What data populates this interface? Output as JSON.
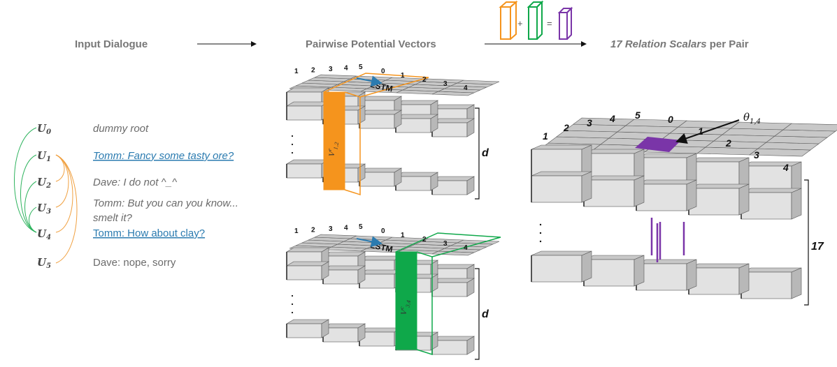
{
  "headers": {
    "input": "Input Dialogue",
    "pairwise": "Pairwise Potential Vectors",
    "relation_count": "17 Relation Scalars",
    "relation_suffix": " per Pair"
  },
  "equation": {
    "plus": "+",
    "equals": "="
  },
  "dialogue": [
    {
      "speaker": "U",
      "sub": "0",
      "text": "dummy root",
      "style": "italic"
    },
    {
      "speaker": "U",
      "sub": "1",
      "text": "Tomm: Fancy some tasty ore?",
      "style": "italic-link"
    },
    {
      "speaker": "U",
      "sub": "2",
      "text": "Dave: I do not ^_^",
      "style": "italic"
    },
    {
      "speaker": "U",
      "sub": "3",
      "text": "Tomm: But you can you know...",
      "text2": "smelt it?",
      "style": "italic"
    },
    {
      "speaker": "U",
      "sub": "4",
      "text": "Tomm: How about clay?",
      "style": "link"
    },
    {
      "speaker": "U",
      "sub": "5",
      "text": "Dave: nope, sorry",
      "style": "plain"
    }
  ],
  "grid_indices": [
    "1",
    "2",
    "3",
    "4",
    "5",
    "0",
    "1",
    "2",
    "3",
    "4"
  ],
  "lstm_label": "LSTM",
  "top_block": {
    "vector_label": "V",
    "vector_sup": "r",
    "vector_sub": "1,2",
    "dim": "d"
  },
  "bottom_block": {
    "vector_label": "V",
    "vector_sup": "c",
    "vector_sub": "3,4",
    "dim": "d"
  },
  "right_block": {
    "theta_label": "θ",
    "theta_sub": "1,4",
    "dim": "17"
  },
  "colors": {
    "orange": "#f5941d",
    "green": "#0fa84a",
    "purple": "#7a35a8",
    "cube_top": "#c8c8c8",
    "cube_front": "#e2e2e2",
    "cube_side": "#b8b8b8",
    "link": "#2b7bb0"
  }
}
